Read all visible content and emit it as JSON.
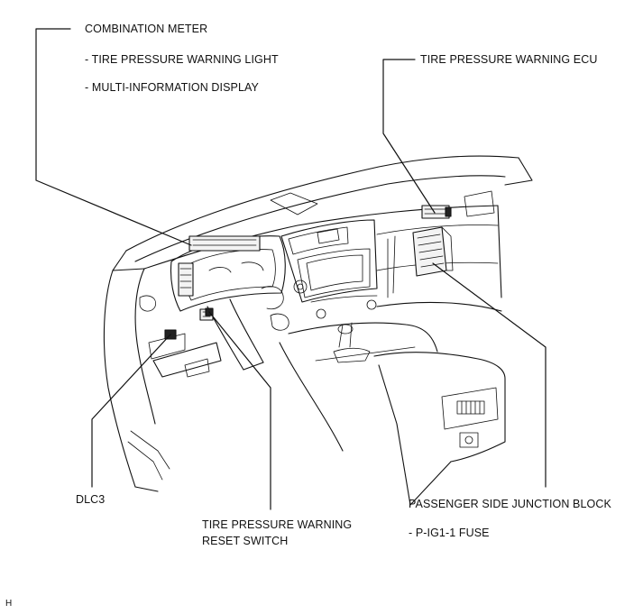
{
  "labels": {
    "combination_meter": "COMBINATION METER",
    "tire_pressure_warning_light": "- TIRE PRESSURE WARNING LIGHT",
    "multi_information_display": "- MULTI-INFORMATION DISPLAY",
    "tire_pressure_warning_ecu": "TIRE PRESSURE WARNING ECU",
    "dlc3": "DLC3",
    "reset_switch_line1": "TIRE PRESSURE WARNING",
    "reset_switch_line2": "RESET SWITCH",
    "passenger_junction_block": "PASSENGER SIDE JUNCTION BLOCK",
    "fuse": "- P-IG1-1 FUSE",
    "corner_mark": "H"
  }
}
